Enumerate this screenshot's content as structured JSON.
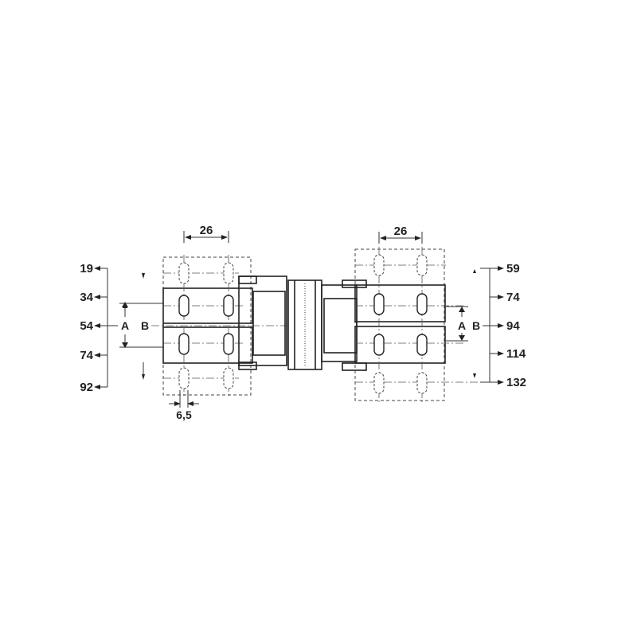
{
  "diagram": {
    "left_scale": [
      "19",
      "34",
      "54",
      "74",
      "92"
    ],
    "right_scale": [
      "59",
      "74",
      "94",
      "114",
      "132"
    ],
    "left_width_dim": "26",
    "right_width_dim": "26",
    "slot_dim": "6,5",
    "label_a": "A",
    "label_b": "B",
    "colors": {
      "line": "#222222",
      "background": "#ffffff"
    }
  }
}
